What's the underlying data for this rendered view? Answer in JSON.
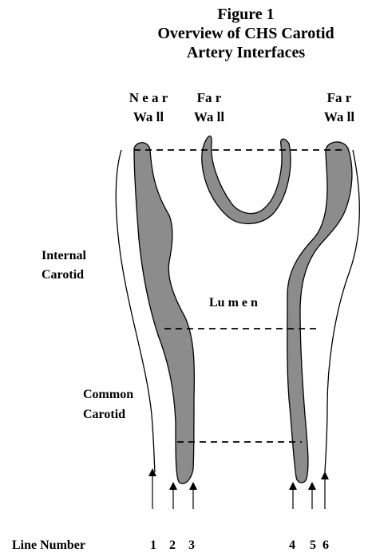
{
  "figure": {
    "title_line1": "Figure 1",
    "title_line2": "Overview of CHS Carotid",
    "title_line3": "Artery Interfaces"
  },
  "labels": {
    "near_wall_l1": "N e a r",
    "near_wall_l2": "Wa ll",
    "far_wall_mid_l1": "Fa r",
    "far_wall_mid_l2": "Wa ll",
    "far_wall_right_l1": "Fa r",
    "far_wall_right_l2": "Wa ll",
    "internal_l1": "Internal",
    "internal_l2": "Carotid",
    "lumen": "Lu m e n",
    "common_l1": "Common",
    "common_l2": "Carotid"
  },
  "line_numbers": {
    "caption": "Line Number",
    "n1": "1",
    "n2": "2",
    "n3": "3",
    "n4": "4",
    "n5": "5",
    "n6": "6"
  },
  "colors": {
    "wall_fill": "#8c8c8c",
    "stroke": "#000000",
    "background": "#ffffff"
  }
}
